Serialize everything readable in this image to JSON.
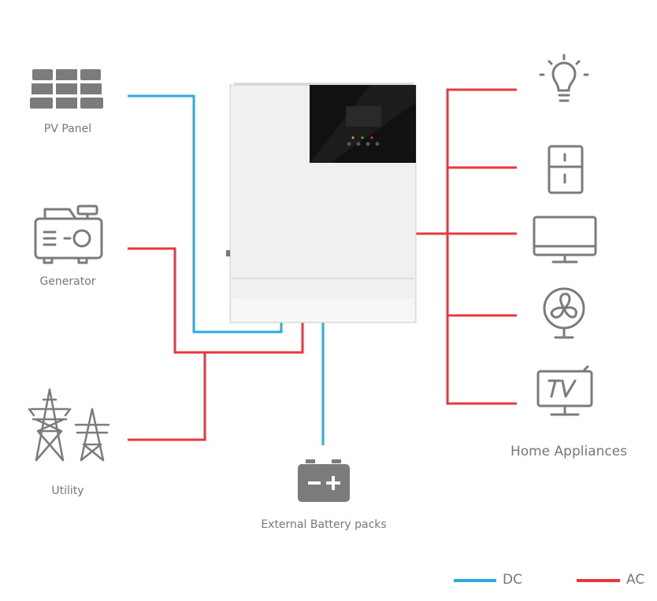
{
  "sources": {
    "pv_panel": "PV Panel",
    "generator": "Generator",
    "utility": "Utility"
  },
  "battery": "External Battery packs",
  "appliances_label": "Home Appliances",
  "legend": [
    {
      "label": "DC",
      "color": "#29abe2"
    },
    {
      "label": "AC",
      "color": "#e8383d"
    }
  ],
  "icon_color": "#7b7b7b"
}
